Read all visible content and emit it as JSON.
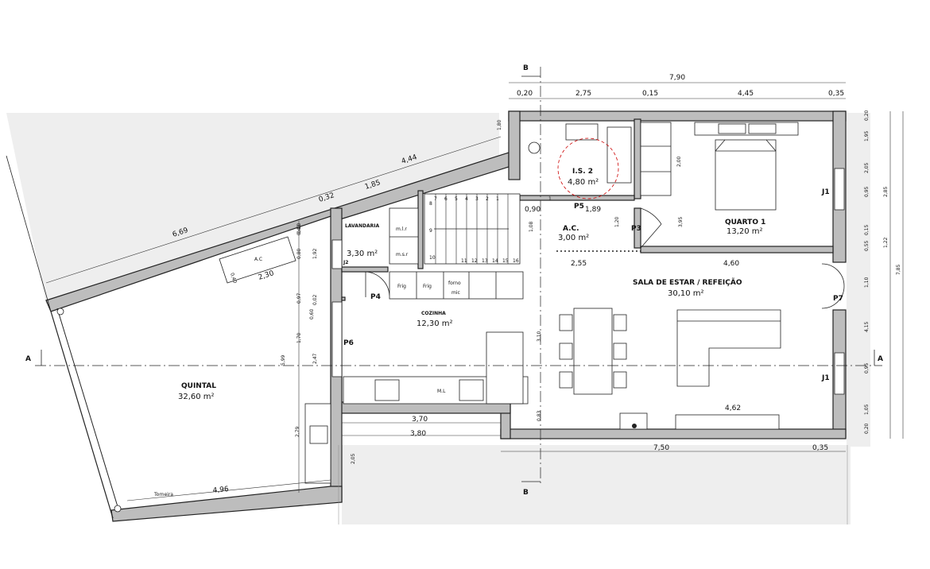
{
  "section_markers": {
    "b_top": "B",
    "b_bottom": "B",
    "a_left": "A",
    "a_right": "A"
  },
  "rooms": {
    "ls2": {
      "name": "I.S. 2",
      "area": "4,80 m²"
    },
    "quarto1": {
      "name": "QUARTO 1",
      "area": "13,20 m²"
    },
    "ac": {
      "name": "A.C.",
      "area": "3,00 m²"
    },
    "lavandaria": {
      "name": "LAVANDARIA",
      "area": "3,30 m²"
    },
    "cozinha": {
      "name": "COZINHA",
      "area": "12,30 m²"
    },
    "sala": {
      "name": "SALA DE ESTAR / REFEIÇÃO",
      "area": "30,10 m²"
    },
    "quintal": {
      "name": "QUINTAL",
      "area": "32,60 m²"
    }
  },
  "doors": {
    "p3": "P3",
    "p4": "P4",
    "p5": "P5",
    "p6": "P6",
    "p7": "P7"
  },
  "windows": {
    "j1": "J1",
    "j2": "J1",
    "j3": "J2"
  },
  "appliances": {
    "frig1": "Frig",
    "frig2": "Frig",
    "forno": "forno",
    "mic": "mic",
    "mlr": "m.l.r",
    "msr": "m.s.r",
    "ml": "M.L",
    "ac_unit": "A.C"
  },
  "labels": {
    "torneira": "Torneira"
  },
  "stairs": {
    "top_steps": [
      "1",
      "2",
      "3",
      "4",
      "5",
      "6",
      "7"
    ],
    "bottom_steps": [
      "11",
      "12",
      "13",
      "14",
      "15",
      "16"
    ],
    "side": [
      "8",
      "9",
      "10"
    ],
    "right": "1"
  },
  "dimensions": {
    "top_total": "7,90",
    "top_segments": [
      "0,20",
      "2,75",
      "0,15",
      "4,45",
      "0,35"
    ],
    "bottom_total": "7,50",
    "bottom_right": "0,35",
    "left_6_69": "6,69",
    "left_4_44": "4,44",
    "left_0_32": "0,32",
    "left_1_85": "1,85",
    "ac_2_30": "2,30",
    "ac_0_40": "0,40",
    "inner_0_90": "0,90",
    "inner_1_89": "1,89",
    "inner_2_55": "2,55",
    "inner_4_60": "4,60",
    "inner_4_62": "4,62",
    "inner_3_70": "3,70",
    "inner_3_80": "3,80",
    "inner_4_96": "4,96",
    "v_1_80": "1,80",
    "v_2_00": "2,00",
    "v_1_20": "1,20",
    "v_3_95": "3,95",
    "v_3_10": "3,10",
    "v_1_70": "1,70",
    "v_0_97": "0,97",
    "v_0_80": "0,80",
    "v_1_92": "1,92",
    "v_0_10": "0,10",
    "v_0_02": "0,02",
    "v_2_47": "2,47",
    "v_5_99": "5,99",
    "v_2_79": "2,79",
    "v_2_05": "2,05",
    "v_0_40": "0,40",
    "v_0_60": "0,60",
    "v_0_83": "0,83",
    "v_1_08": "1,08",
    "right_segments": [
      "0,20",
      "1,95",
      "2,05",
      "0,95",
      "0,15",
      "0,55",
      "1,10",
      "4,15",
      "0,95",
      "1,05",
      "0,20"
    ],
    "right_mid": [
      "2,85",
      "1,22"
    ],
    "right_total": "7,85"
  }
}
